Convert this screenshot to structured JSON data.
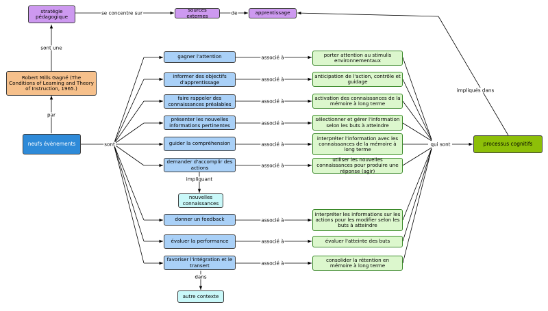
{
  "nodes": {
    "strategie": "stratégie pédagogique",
    "sources": "sources externes",
    "apprentissage": "apprentissage",
    "gagne": "Robert Mills Gagné (The Conditions of Learning and Theory of Instruction, 1965.)",
    "neufs": "neufs évènements",
    "processus": "processus cognitifs",
    "nouvelles": "nouvelles connaissances",
    "autre": "autre contexte",
    "events": [
      "gagner l'attention",
      "informer des objectifs d'apprentissage",
      "faire rappeler des connaissances préalables",
      "présenter les nouvelles informations pertinentes",
      "guider la compréhension",
      "demander d'accomplir des actions",
      "donner un feedback",
      "évaluer la performance",
      "favoriser l'intégration et le transert"
    ],
    "results": [
      "porter attention au stimulis environnementaux",
      "anticipation de l'action, contrôle et guidage",
      "activation des connaissances de la mémoire à long terme",
      "sélectionner et gérer l'information selon les buts à atteindre",
      "interpréter l'information avec les connaissances de la mémoire à long terme",
      "utiliser les nouvelles connaissances pour produire une réponse (agir)",
      "interpréter les informations sur les actions pour les modifier selon les buts à atteindre",
      "évaluer l'atteinte des buts",
      "consolider la rétention en mémoire à long terme"
    ]
  },
  "labels": {
    "se_concentre_sur": "se concentre sur",
    "de": "de",
    "sont_une": "sont une",
    "par": "par",
    "sont": "sont",
    "associe": "associé à",
    "qui_sont": "qui sont",
    "impliques_dans": "impliqués dans",
    "impliquant": "impliquant",
    "dans": "dans"
  },
  "colors": {
    "purple": "#cd99f0",
    "orange": "#f6c08b",
    "blue": "#a9d0f7",
    "dark_blue": "#2e8ad8",
    "green": "#dcf7cd",
    "lime": "#8dbf08",
    "cyan": "#c9f8f9"
  }
}
